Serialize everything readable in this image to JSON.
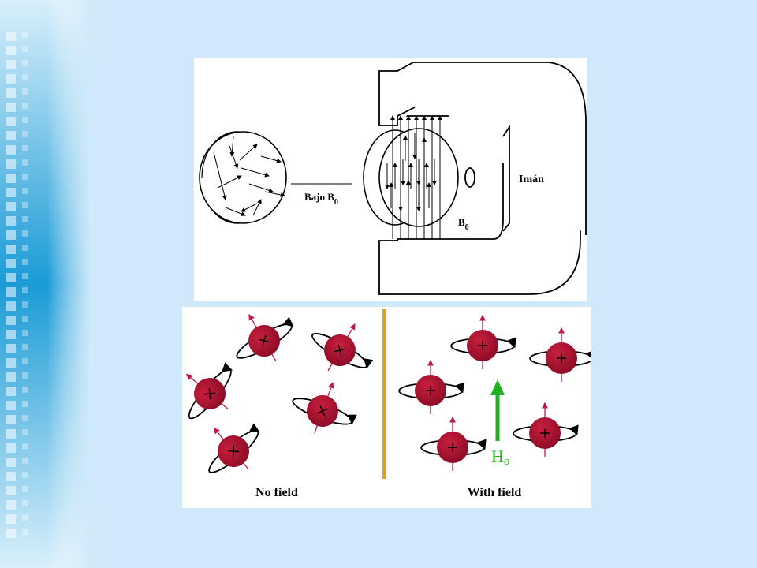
{
  "top_diagram": {
    "label_under_field": "Bajo B",
    "label_under_field_sub": "0",
    "label_magnet": "Imán",
    "label_field": "B",
    "label_field_sub": "0"
  },
  "bottom_diagram": {
    "label_no_field": "No field",
    "label_with_field": "With field",
    "label_field_arrow": "H",
    "label_field_arrow_sub": "o",
    "colors": {
      "nucleus": "#a30d2e",
      "spin_axis": "#c0174a",
      "divider": "#e0a020",
      "field_arrow": "#22b022"
    }
  }
}
